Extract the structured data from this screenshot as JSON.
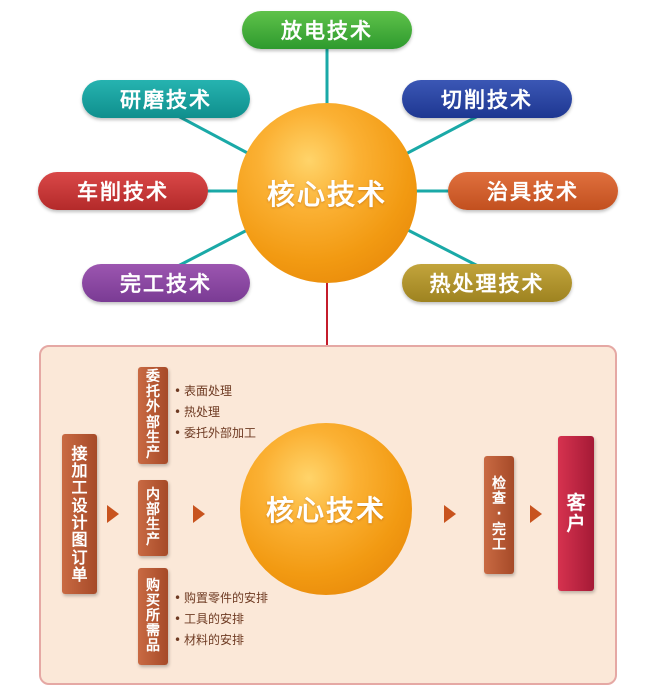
{
  "core_label": "核心技术",
  "techniques": {
    "discharge": "放电技术",
    "grinding": "研磨技术",
    "cutting": "切削技术",
    "turning": "车削技术",
    "fixture": "治具技术",
    "finishing": "完工技术",
    "heat_treatment": "热处理技术"
  },
  "process": {
    "order_step": "接加工设计图订单",
    "outsource_step": "委托外部生产",
    "internal_step": "内部生产",
    "purchase_step": "购买所需品",
    "inspection_step": {
      "part1": "检查",
      "separator": "·",
      "part2": "完工"
    },
    "client_step": "客户",
    "outsource_notes": [
      "表面处理",
      "热处理",
      "委托外部加工"
    ],
    "purchase_notes": [
      "购置零件的安排",
      "工具的安排",
      "材料的安排"
    ]
  },
  "colors": {
    "sphere_orange": "#f29a12",
    "connector_teal": "#1aa9a7",
    "down_arrow_red": "#c41c2b",
    "panel_fill": "#fbe8d8",
    "panel_border": "#e5a8a4",
    "step_brown": "#b5542f",
    "client_crimson": "#c02540"
  }
}
